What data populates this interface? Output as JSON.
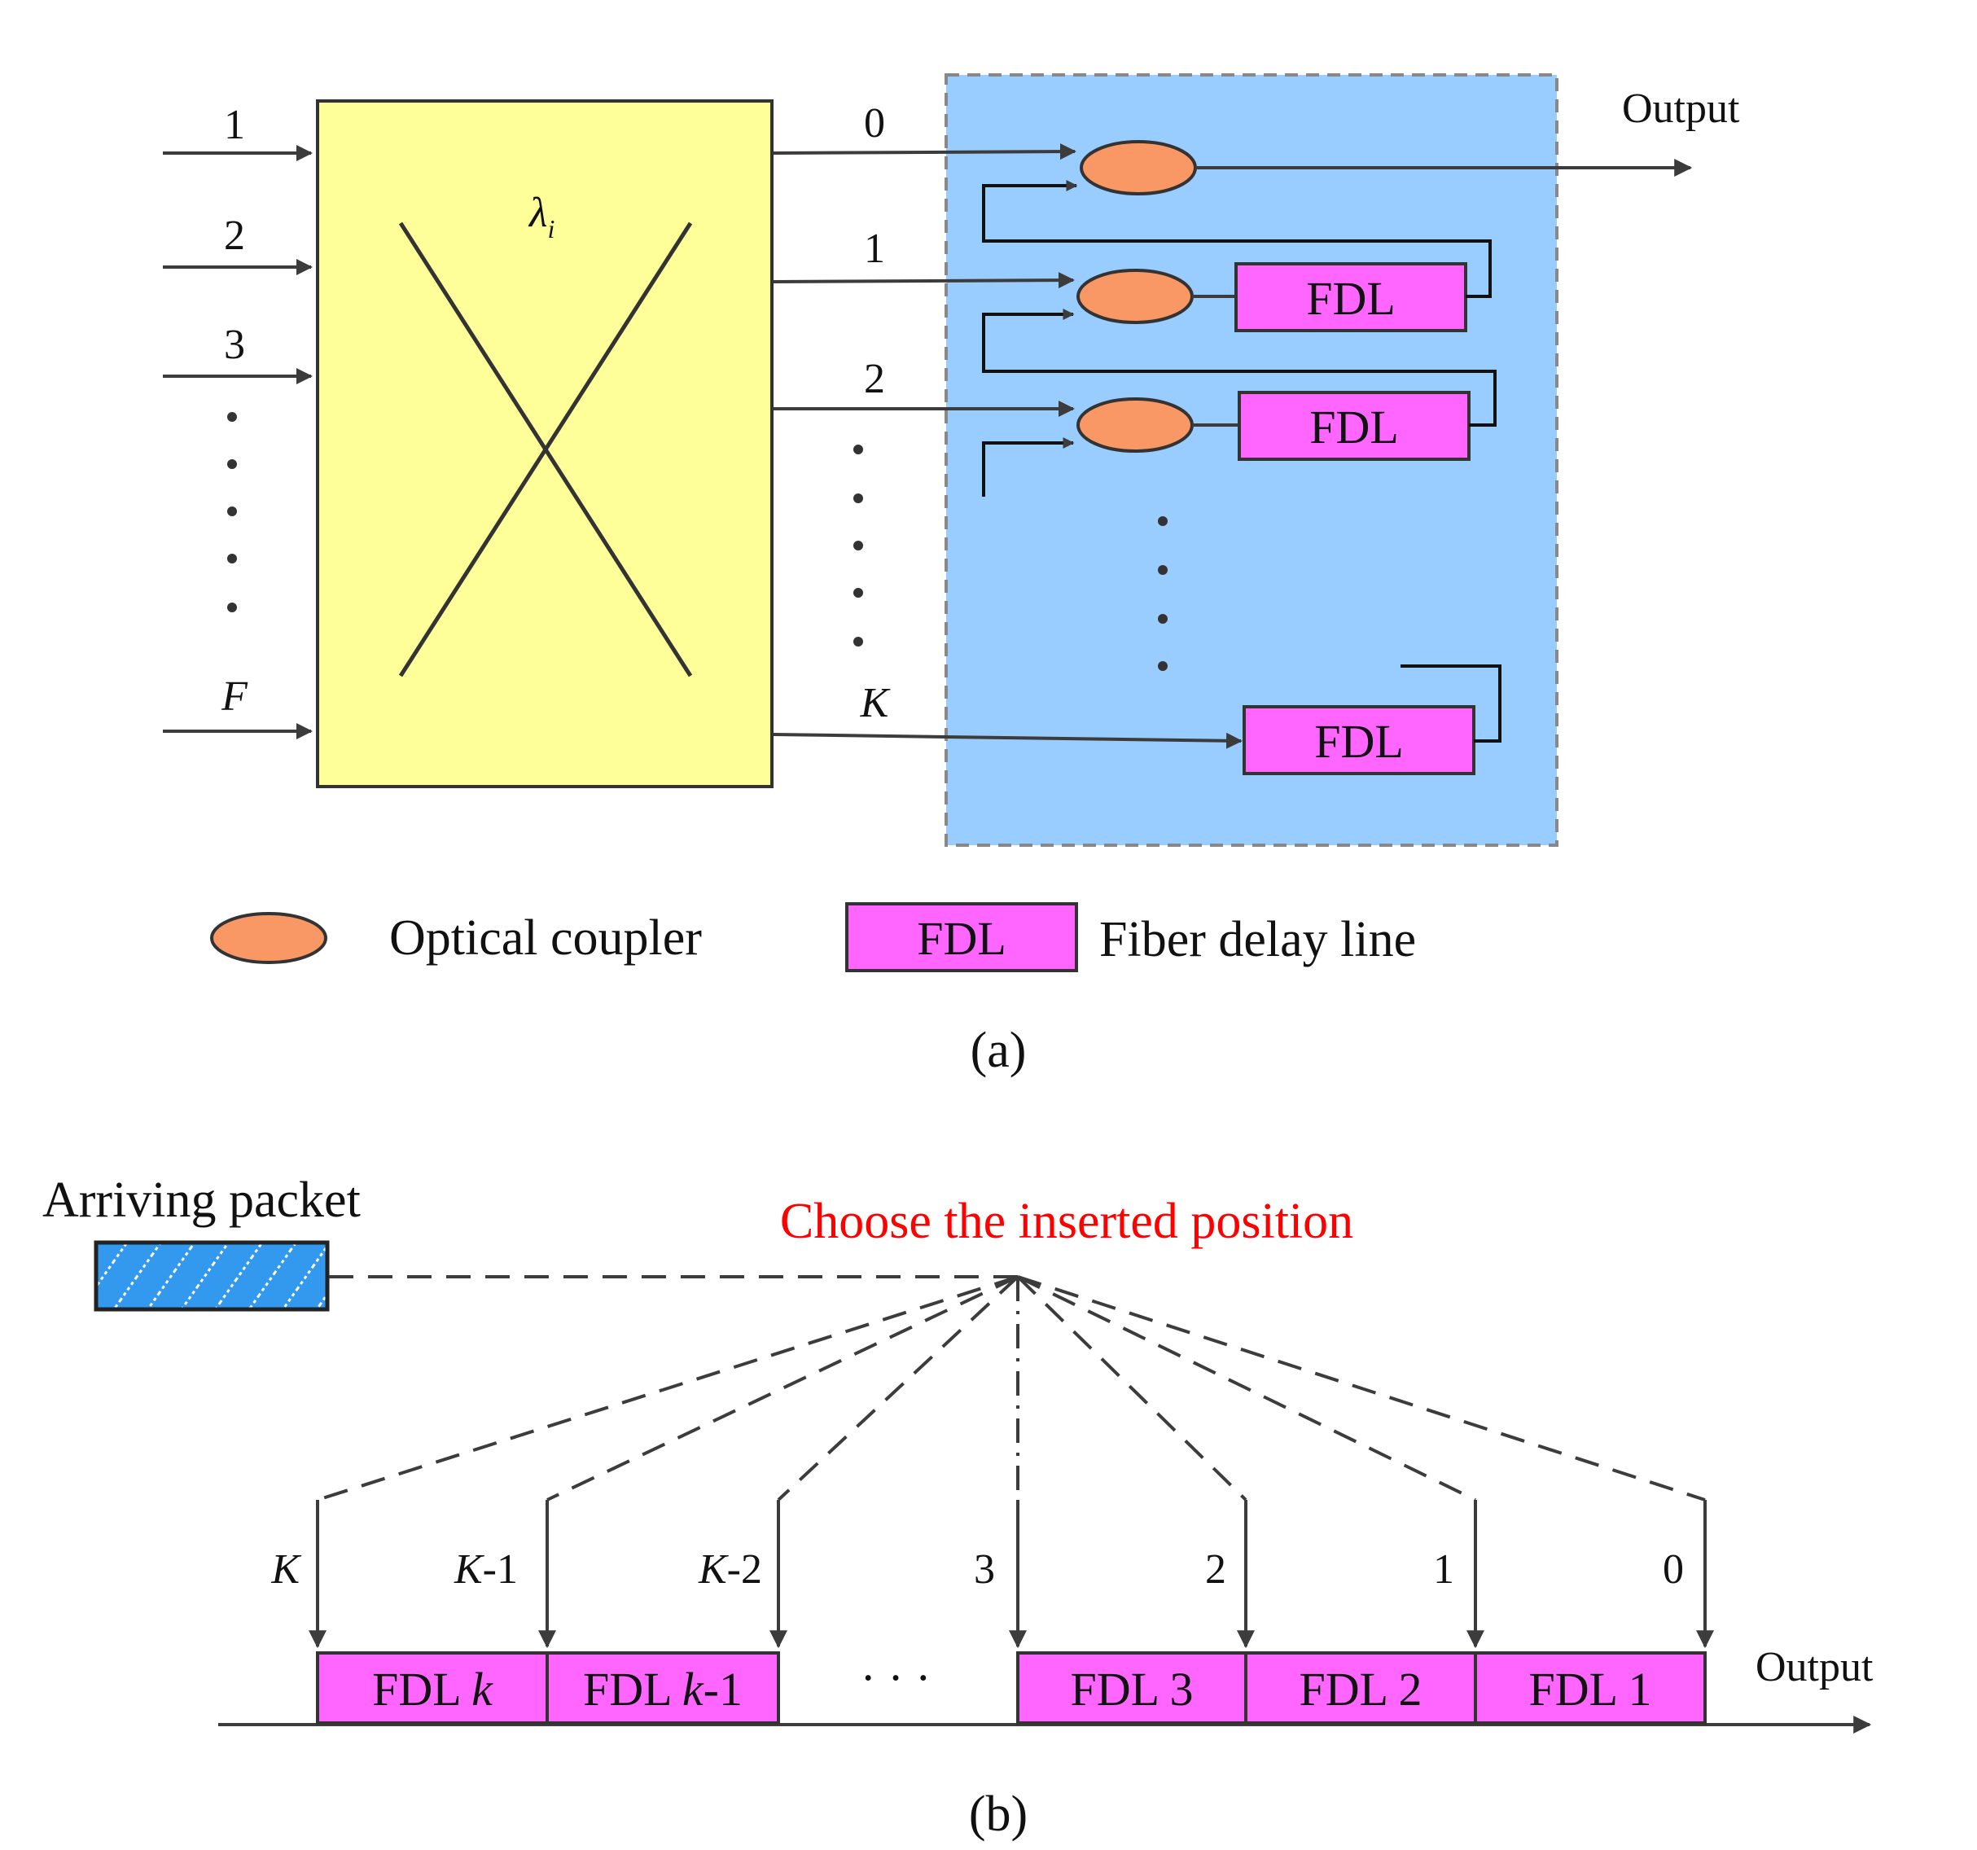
{
  "panel_a": {
    "inputs": [
      "1",
      "2",
      "3",
      "F"
    ],
    "switch_label": "λ",
    "switch_label_sub": "i",
    "port_labels": [
      "0",
      "1",
      "2",
      "K"
    ],
    "output_label": "Output",
    "fdl_label": "FDL",
    "legend": {
      "coupler_text": "Optical coupler",
      "fdl_box_text": "FDL",
      "fdl_text": "Fiber delay line"
    },
    "caption": "(a)",
    "colors": {
      "switch_fill": "#ffff99",
      "buffer_fill": "#99ccff",
      "coupler_fill": "#fa9865",
      "fdl_fill": "#ff66ff"
    }
  },
  "panel_b": {
    "packet_label": "Arriving packet",
    "choose_label": "Choose the inserted position",
    "choose_color": "#ff0000",
    "packet_color": "#3399ee",
    "positions": [
      {
        "var": "K",
        "suffix": ""
      },
      {
        "var": "K",
        "suffix": "-1"
      },
      {
        "var": "K",
        "suffix": "-2"
      },
      {
        "var": "",
        "suffix": "3"
      },
      {
        "var": "",
        "suffix": "2"
      },
      {
        "var": "",
        "suffix": "1"
      },
      {
        "var": "",
        "suffix": "0"
      }
    ],
    "fdl_boxes": [
      {
        "prefix": "FDL ",
        "var": "k",
        "suffix": ""
      },
      {
        "prefix": "FDL ",
        "var": "k",
        "suffix": "-1"
      },
      {
        "prefix": "FDL 3",
        "var": "",
        "suffix": ""
      },
      {
        "prefix": "FDL 2",
        "var": "",
        "suffix": ""
      },
      {
        "prefix": "FDL 1",
        "var": "",
        "suffix": ""
      }
    ],
    "ellipsis": "· · ·",
    "output_label": "Output",
    "caption": "(b)"
  }
}
